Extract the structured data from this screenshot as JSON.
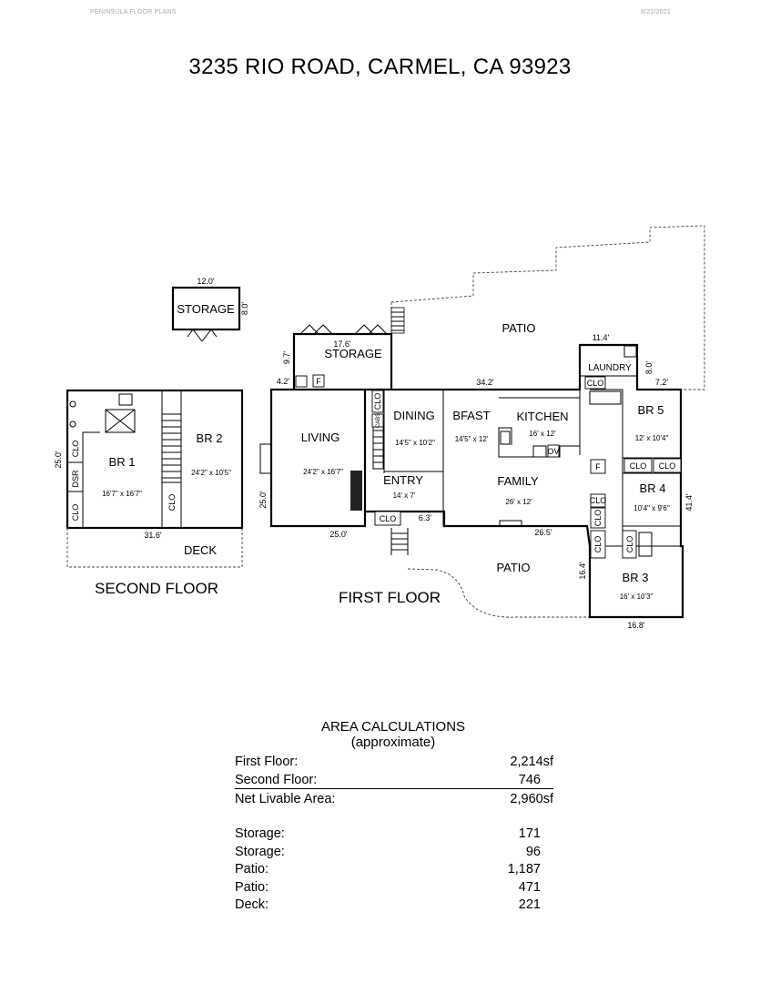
{
  "header": {
    "company": "PENINSULA FLOOR PLANS",
    "date": "8/22/2021"
  },
  "title": "3235 RIO ROAD, CARMEL, CA  93923",
  "floors": {
    "second": "SECOND FLOOR",
    "first": "FIRST FLOOR"
  },
  "rooms": {
    "storage_small": {
      "name": "STORAGE",
      "w": "12.0'",
      "h": "8.0'"
    },
    "storage_main": {
      "name": "STORAGE",
      "w": "17.6'",
      "h": "9.7'",
      "d": "4.2'"
    },
    "br1": {
      "name": "BR 1",
      "size": "16'7\" x 16'7\""
    },
    "br2": {
      "name": "BR 2",
      "size": "24'2\" x 10'5\""
    },
    "living": {
      "name": "LIVING",
      "size": "24'2\" x 16'7\""
    },
    "dining": {
      "name": "DINING",
      "size": "14'5\" x 10'2\""
    },
    "bfast": {
      "name": "BFAST",
      "size": "14'5\" x 12'"
    },
    "kitchen": {
      "name": "KITCHEN",
      "size": "16' x 12'"
    },
    "entry": {
      "name": "ENTRY",
      "size": "14' x 7'"
    },
    "family": {
      "name": "FAMILY",
      "size": "26' x 12'"
    },
    "laundry": {
      "name": "LAUNDRY"
    },
    "br5": {
      "name": "BR 5",
      "size": "12' x 10'4\""
    },
    "br4": {
      "name": "BR 4",
      "size": "10'4\" x 9'6\""
    },
    "br3": {
      "name": "BR 3",
      "size": "16' x 10'3\""
    },
    "deck": {
      "name": "DECK"
    },
    "patio_top": {
      "name": "PATIO"
    },
    "patio_bottom": {
      "name": "PATIO"
    }
  },
  "labels": {
    "clo": "CLO",
    "dsr": "DSR",
    "cabs": "CABS",
    "f": "F",
    "ov": "OV"
  },
  "dims": {
    "d25_0_left": "25.0'",
    "d31_6": "31.6'",
    "d25_0_living": "25.0'",
    "d25_0_bottom": "25.0'",
    "d6_3": "6.3'",
    "d34_2": "34.2'",
    "d11_4": "11.4'",
    "d8_0": "8.0'",
    "d7_2": "7.2'",
    "d41_4": "41.4'",
    "d26_5": "26.5'",
    "d16_4": "16.4'",
    "d16_8": "16.8'"
  },
  "area": {
    "title": "AREA CALCULATIONS",
    "subtitle": "(approximate)",
    "rows_top": [
      {
        "label": "First  Floor:",
        "value": "2,214sf"
      },
      {
        "label": "Second Floor:",
        "value": "746"
      },
      {
        "label": "Net Livable Area:",
        "value": "2,960sf"
      }
    ],
    "rows_bottom": [
      {
        "label": "Storage:",
        "value": "171"
      },
      {
        "label": "Storage:",
        "value": "96"
      },
      {
        "label": "Patio:",
        "value": "1,187"
      },
      {
        "label": "Patio:",
        "value": "471"
      },
      {
        "label": "Deck:",
        "value": "221"
      }
    ]
  }
}
